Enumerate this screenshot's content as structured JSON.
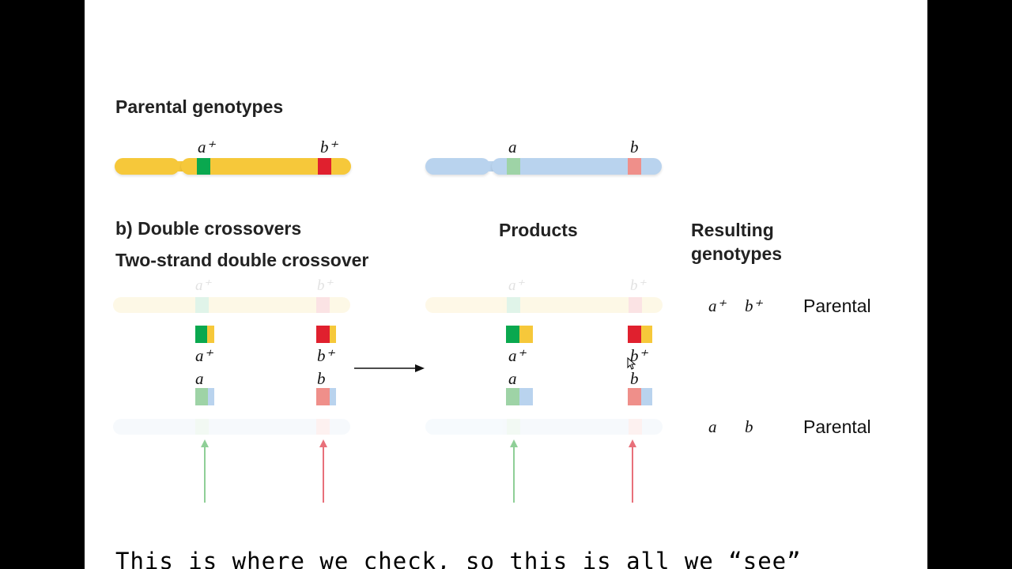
{
  "headings": {
    "parental": "Parental genotypes",
    "double_crossovers": "b) Double crossovers",
    "two_strand": "Two-strand double crossover",
    "products": "Products",
    "resulting_line1": "Resulting",
    "resulting_line2": "genotypes"
  },
  "parental_chromosomes": {
    "yellow": {
      "label_a": "a⁺",
      "label_b": "b⁺",
      "color": "#f6c83a"
    },
    "blue": {
      "label_a": "a",
      "label_b": "b",
      "color": "#b9d3ee"
    }
  },
  "crossover_labels": {
    "left_top_faded_a": "a⁺",
    "left_top_faded_b": "b⁺",
    "left_a_plus": "a⁺",
    "left_b_plus": "b⁺",
    "left_a": "a",
    "left_b": "b",
    "prod_top_faded_a": "a⁺",
    "prod_top_faded_b": "b⁺",
    "prod_a_plus": "a⁺",
    "prod_b_plus": "b⁺",
    "prod_a": "a",
    "prod_b": "b"
  },
  "results": [
    {
      "genotype_a": "a⁺",
      "genotype_b": "b⁺",
      "type": "Parental"
    },
    {
      "genotype_a": "a",
      "genotype_b": "b",
      "type": "Parental"
    }
  ],
  "colors": {
    "green": "#0aa84f",
    "red": "#e0202e",
    "light_green": "#9ed3a6",
    "light_red": "#ef8f8a",
    "arrow_green": "#8fcf97",
    "arrow_red": "#e8707a"
  },
  "caption": "This is where we check, so this is all we “see”"
}
